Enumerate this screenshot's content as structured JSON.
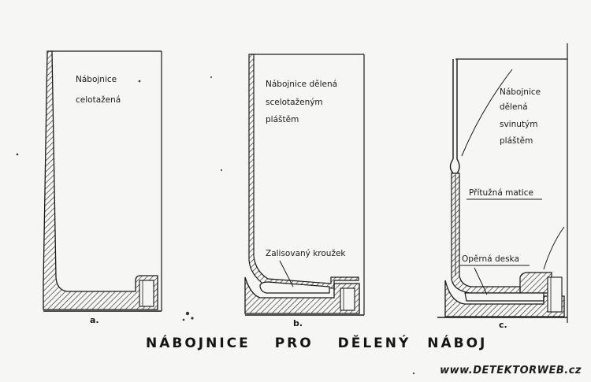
{
  "title_words": [
    "NÁBOJNICE",
    "PRO",
    "DĚLENÝ",
    "NÁBOJ"
  ],
  "watermark": "www.DETEKTORWEB.cz",
  "panels": [
    {
      "caption": "a.",
      "label_lines": [
        "Nábojnice",
        "celotažená"
      ]
    },
    {
      "caption": "b.",
      "label_lines": [
        "Nábojnice dělená",
        "scelotaženým",
        "pláštěm"
      ],
      "callout": "Zalisovaný kroužek"
    },
    {
      "caption": "c.",
      "label_lines": [
        "Nábojnice",
        "dělená",
        "svinutým",
        "pláštěm"
      ],
      "callouts": [
        "Přítužná matice",
        "Opěrná deska"
      ]
    }
  ],
  "colors": {
    "ink": "#1a1a1a",
    "hatch": "#2a2a2a",
    "paper": "#f6f6f4"
  }
}
